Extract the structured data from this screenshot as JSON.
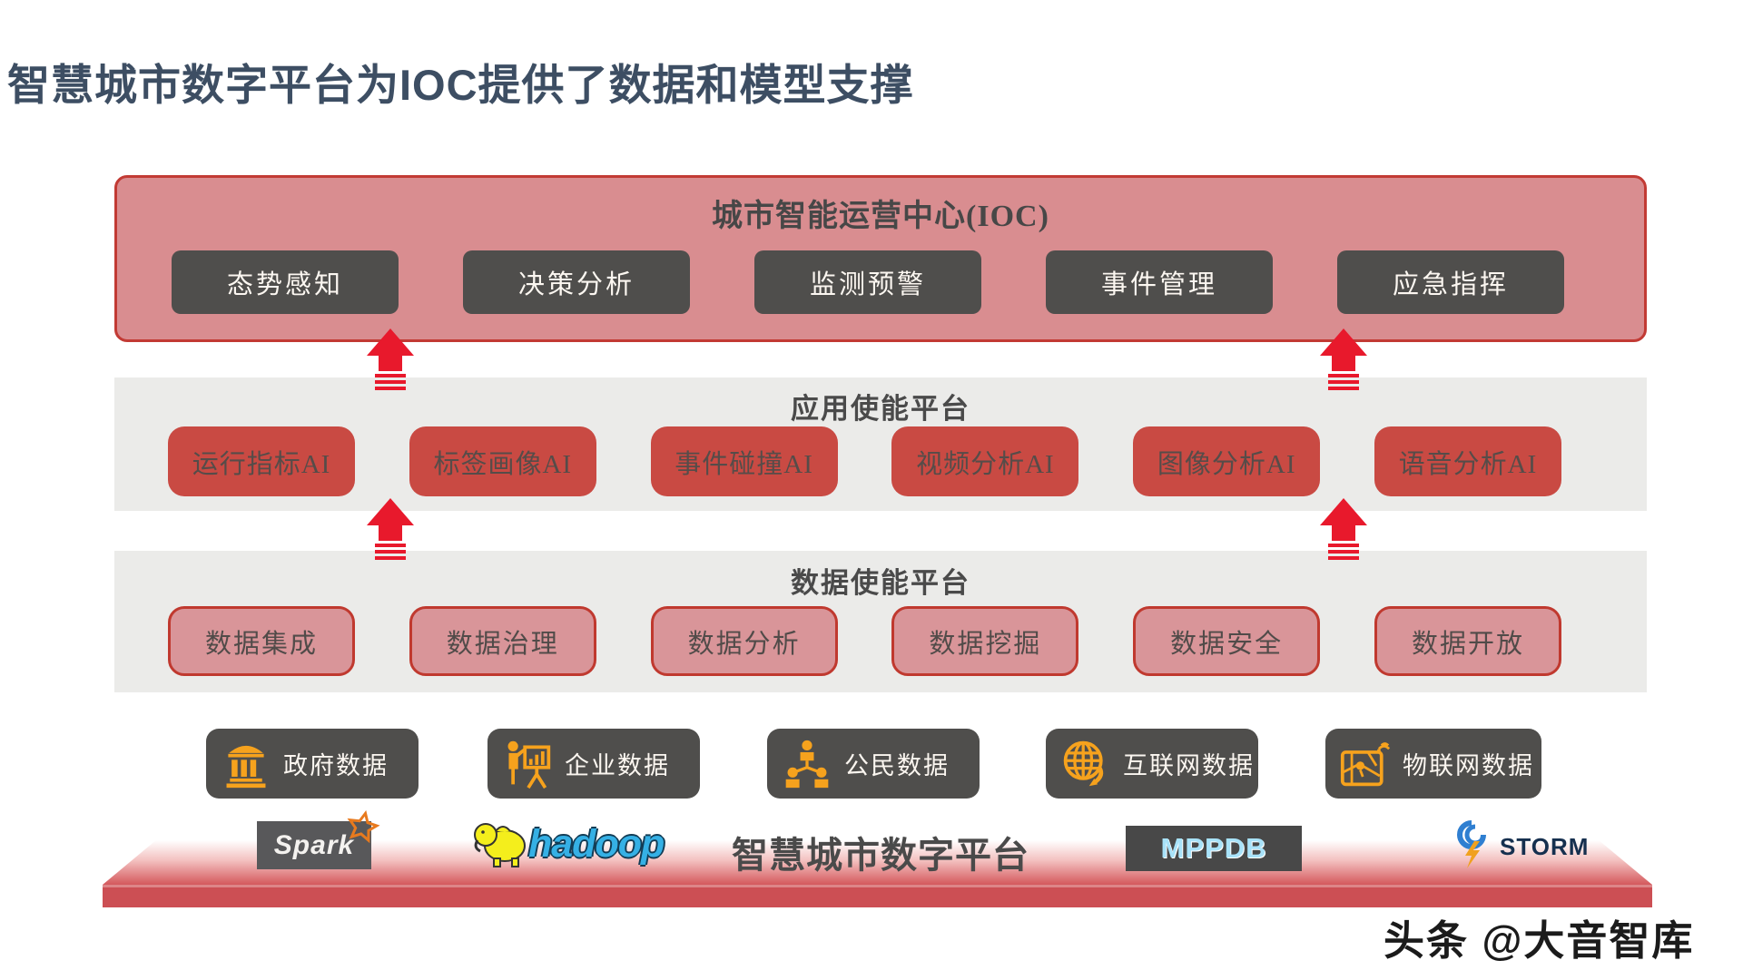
{
  "page": {
    "title": "智慧城市数字平台为IOC提供了数据和模型支撑",
    "watermark": "头条 @大音智库"
  },
  "ioc": {
    "title": "城市智能运营中心(IOC)",
    "buttons": [
      "态势感知",
      "决策分析",
      "监测预警",
      "事件管理",
      "应急指挥"
    ]
  },
  "app_layer": {
    "title": "应用使能平台",
    "buttons": [
      "运行指标AI",
      "标签画像AI",
      "事件碰撞AI",
      "视频分析AI",
      "图像分析AI",
      "语音分析AI"
    ]
  },
  "data_layer": {
    "title": "数据使能平台",
    "buttons": [
      "数据集成",
      "数据治理",
      "数据分析",
      "数据挖掘",
      "数据安全",
      "数据开放"
    ]
  },
  "sources": {
    "items": [
      {
        "label": "政府数据",
        "icon": "government-bank-icon"
      },
      {
        "label": "企业数据",
        "icon": "enterprise-presenter-icon"
      },
      {
        "label": "公民数据",
        "icon": "citizen-people-icon"
      },
      {
        "label": "互联网数据",
        "icon": "internet-globe-icon"
      },
      {
        "label": "物联网数据",
        "icon": "iot-map-icon"
      }
    ]
  },
  "platform": {
    "title": "智慧城市数字平台",
    "logos": {
      "spark": "Spark",
      "hadoop": "hadoop",
      "mppdb": "MPPDB",
      "storm": "STORM"
    }
  },
  "colors": {
    "title_text": "#3d4e63",
    "ioc_fill": "#d98d90",
    "ioc_border": "#c23a34",
    "dark_box": "#4f4e4c",
    "band_gray": "#ebebe9",
    "ai_button_red": "#c94a43",
    "data_button_pink": "#d99599",
    "data_button_border": "#c0392f",
    "arrow_red": "#e8192c",
    "platform_red": "#cc4f54",
    "icon_orange": "#f6a21d"
  }
}
